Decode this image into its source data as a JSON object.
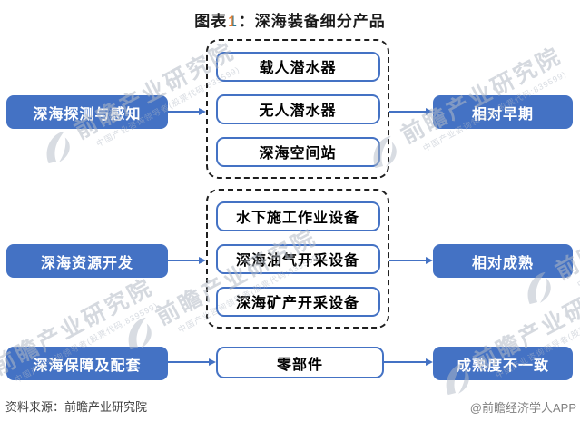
{
  "title": {
    "prefix": "图表",
    "number": "1",
    "suffix": "：深海装备细分产品"
  },
  "colors": {
    "primary_blue": "#4472C4",
    "dashed_border": "#1F1F1F",
    "number_orange": "#E87D2B",
    "number_teal": "#2B7A99"
  },
  "rows": [
    {
      "left": "深海探测与感知",
      "middle": [
        "载人潜水器",
        "无人潜水器",
        "深海空间站"
      ],
      "right": "相对早期"
    },
    {
      "left": "深海资源开发",
      "middle": [
        "水下施工作业设备",
        "深海油气开采设备",
        "深海矿产开采设备"
      ],
      "right": "相对成熟"
    },
    {
      "left": "深海保障及配套",
      "middle": [
        "零部件"
      ],
      "right": "成熟度不一致"
    }
  ],
  "footer": {
    "source": "资料来源：前瞻产业研究院",
    "credit": "@前瞻经济学人APP"
  },
  "watermark": {
    "brand": "前瞻产业研究院",
    "tagline": "中国产业咨询领导者(股票代码:839599)"
  }
}
